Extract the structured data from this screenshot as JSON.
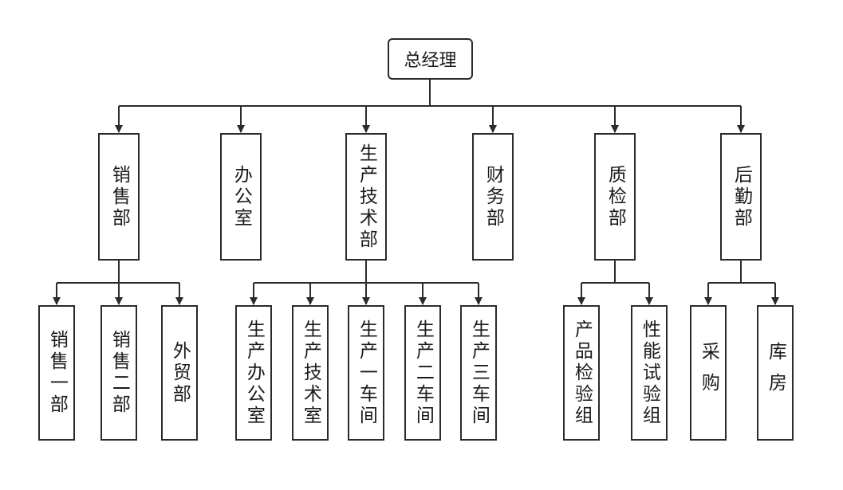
{
  "root": "总经理",
  "departments": [
    {
      "name": "销售部",
      "subs": [
        "销售一部",
        "销售二部",
        "外贸部"
      ]
    },
    {
      "name": "办公室",
      "subs": []
    },
    {
      "name": "生产技术部",
      "subs": [
        "生产办公室",
        "生产技术室",
        "生产一车间",
        "生产二车间",
        "生产三车间"
      ]
    },
    {
      "name": "财务部",
      "subs": []
    },
    {
      "name": "质检部",
      "subs": [
        "产品检验组",
        "性能试验组"
      ]
    },
    {
      "name": "后勤部",
      "subs": [
        "采购",
        "库房"
      ]
    }
  ]
}
